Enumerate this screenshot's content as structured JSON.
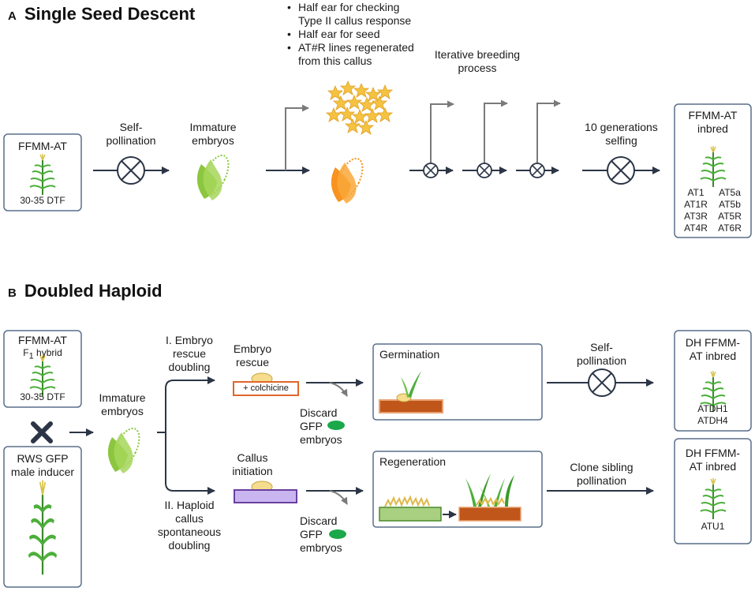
{
  "panelA": {
    "letter": "A",
    "title": "Single Seed Descent",
    "start_box": {
      "name": "FFMM-AT",
      "dtf": "30-35 DTF"
    },
    "step1": [
      "Self-",
      "pollination"
    ],
    "step2": [
      "Immature",
      "embryos"
    ],
    "bullets": [
      [
        "Half ear for checking",
        "Type II callus response"
      ],
      [
        "Half ear for seed"
      ],
      [
        "AT#R lines regenerated",
        "from this callus"
      ]
    ],
    "iterative": [
      "Iterative breeding",
      "process"
    ],
    "selfing": [
      "10 generations",
      "selfing"
    ],
    "end_box": {
      "title": [
        "FFMM-AT",
        "inbred"
      ],
      "lines_left": [
        "AT1",
        "AT1R",
        "AT3R",
        "AT4R"
      ],
      "lines_right": [
        "AT5a",
        "AT5b",
        "AT5R",
        "AT6R"
      ]
    }
  },
  "panelB": {
    "letter": "B",
    "title": "Doubled Haploid",
    "start_box": {
      "name": "FFMM-AT",
      "hybrid_prefix": "F",
      "hybrid_sub": "1",
      "hybrid_suffix": " hybrid",
      "dtf": "30-35 DTF"
    },
    "inducer_box": [
      "RWS GFP",
      "male inducer"
    ],
    "immature": [
      "Immature",
      "embryos"
    ],
    "route1": [
      "I. Embryo",
      "rescue",
      "doubling"
    ],
    "route2": [
      "II. Haploid",
      "callus",
      "spontaneous",
      "doubling"
    ],
    "embryo_rescue": [
      "Embryo",
      "rescue"
    ],
    "colchicine": "+ colchicine",
    "callus_init": [
      "Callus",
      "initiation"
    ],
    "discard": [
      "Discard",
      "GFP",
      "embryos"
    ],
    "germination": "Germination",
    "regeneration": "Regeneration",
    "self_poll": [
      "Self-",
      "pollination"
    ],
    "clone": [
      "Clone sibling",
      "pollination"
    ],
    "dh_box1": {
      "title": [
        "DH FFMM-",
        "AT inbred"
      ],
      "lines": [
        "ATDH1",
        "ATDH4"
      ]
    },
    "dh_box2": {
      "title": [
        "DH FFMM-",
        "AT inbred"
      ],
      "lines": [
        "ATU1"
      ]
    }
  },
  "colors": {
    "arrow": "#2b3546",
    "box_border": "#5a6f8a",
    "grey_arrow": "#7a7a7a",
    "corn_green": "#8cc63f",
    "corn_orange": "#f7931e",
    "callus_yellow": "#f5c242",
    "colchicine_border": "#e0662a",
    "callus_box_fill": "#c9b6f0",
    "callus_box_border": "#6b3fa0",
    "soil": "#c0561a",
    "green_bar": "#a8d080",
    "gfp_green": "#1aa84a",
    "seed": "#f6dc8e"
  },
  "icons": [
    "cross-icon",
    "corn-plant-icon",
    "corn-cob-icon",
    "callus-icon",
    "seed-icon",
    "seedling-icon"
  ]
}
